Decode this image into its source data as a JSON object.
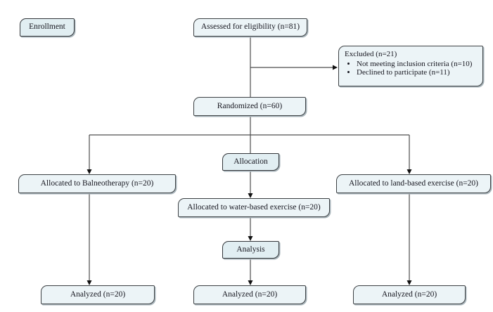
{
  "diagram": {
    "stages": {
      "enrollment": "Enrollment",
      "allocation": "Allocation",
      "analysis": "Analysis"
    },
    "nodes": {
      "assessed": "Assessed for eligibility (n=81)",
      "excluded_title": "Excluded (n=21)",
      "excluded_reasons": [
        "Not meeting inclusion criteria (n=10)",
        "Declined to participate (n=11)"
      ],
      "randomized": "Randomized (n=60)",
      "allocated_balneotherapy": "Allocated to Balneotherapy (n=20)",
      "allocated_water": "Allocated to water-based exercise (n=20)",
      "allocated_land": "Allocated to land-based exercise (n=20)",
      "analyzed_left": "Analyzed (n=20)",
      "analyzed_middle": "Analyzed (n=20)",
      "analyzed_right": "Analyzed (n=20)"
    },
    "colors": {
      "background": "#ffffff",
      "node_fill": "#ecf4f7",
      "stage_fill": "#e1eef2",
      "node_border": "#3c4043",
      "connector": "#4d4d4d",
      "arrowhead": "#111111",
      "text": "#16161f"
    }
  }
}
